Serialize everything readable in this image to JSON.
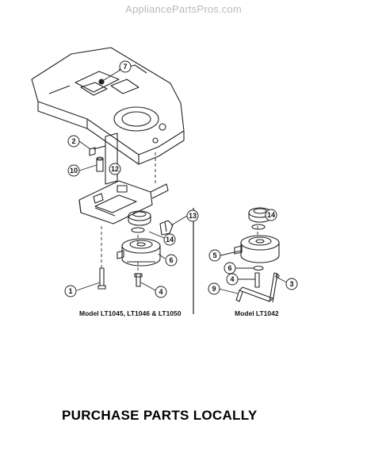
{
  "watermark": "AppliancePartsPros.com",
  "callouts": {
    "c1": "1",
    "c2": "2",
    "c3": "3",
    "c4a": "4",
    "c4b": "4",
    "c5": "5",
    "c6a": "6",
    "c6b": "6",
    "c7": "7",
    "c9": "9",
    "c10": "10",
    "c12": "12",
    "c13": "13",
    "c14a": "14",
    "c14b": "14"
  },
  "models": {
    "left": "Model LT1045, LT1046 & LT1050",
    "right": "Model LT1042"
  },
  "footer": "PURCHASE PARTS LOCALLY"
}
